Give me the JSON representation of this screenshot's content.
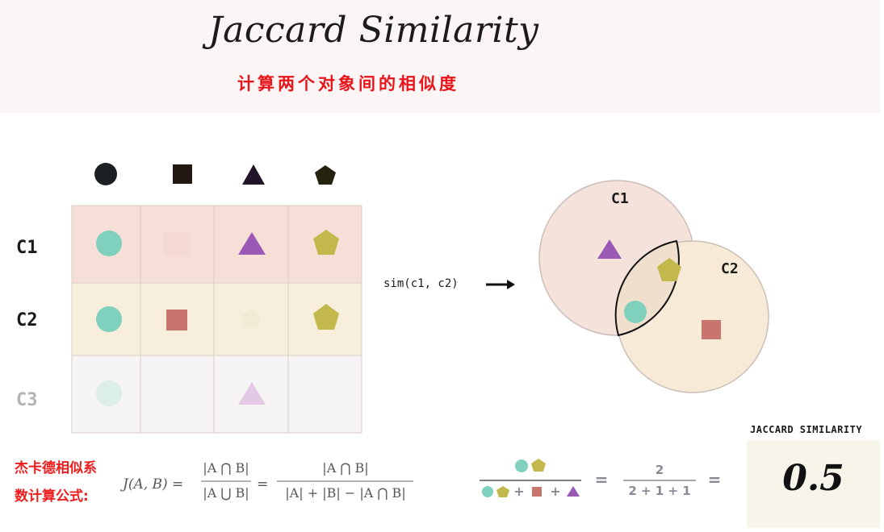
{
  "header": {
    "title": "Jaccard Similarity",
    "subtitle": "计算两个对象间的相似度"
  },
  "matrix": {
    "column_icons": [
      "circle-icon",
      "square-icon",
      "triangle-icon",
      "pentagon-icon"
    ],
    "rows": [
      {
        "label": "C1",
        "cells": [
          "circle",
          "",
          "triangle",
          "pentagon"
        ]
      },
      {
        "label": "C2",
        "cells": [
          "circle",
          "square",
          "",
          "pentagon"
        ]
      },
      {
        "label": "C3",
        "cells": [
          "circle",
          "",
          "triangle",
          ""
        ]
      }
    ]
  },
  "sim": {
    "text": "sim(c1, c2)"
  },
  "venn": {
    "set1_label": "C1",
    "set2_label": "C2"
  },
  "formula": {
    "label_line1": "杰卡德相似系",
    "label_line2": "数计算公式:",
    "lhs": "J(A, B) =",
    "frac1_num": "|A ⋂ B|",
    "frac1_den": "|A ⋃ B|",
    "eq": "=",
    "frac2_num": "|A ⋂ B|",
    "frac2_den": "|A| + |B| − |A ⋂ B|"
  },
  "calc": {
    "plus": "+",
    "equals": "=",
    "numerator": "2",
    "denominator": "2 + 1 + 1"
  },
  "result": {
    "caption": "JACCARD SIMILARITY",
    "value": "0.5"
  },
  "colors": {
    "row_c1": "#f5dfd7",
    "row_c2": "#f7efdc",
    "row_c3": "#f5f3f3",
    "circle": "#7fd0bc",
    "square": "#c9756d",
    "triangle": "#9b59b6",
    "pentagon": "#c2b84c",
    "title_red": "#e8141a"
  }
}
